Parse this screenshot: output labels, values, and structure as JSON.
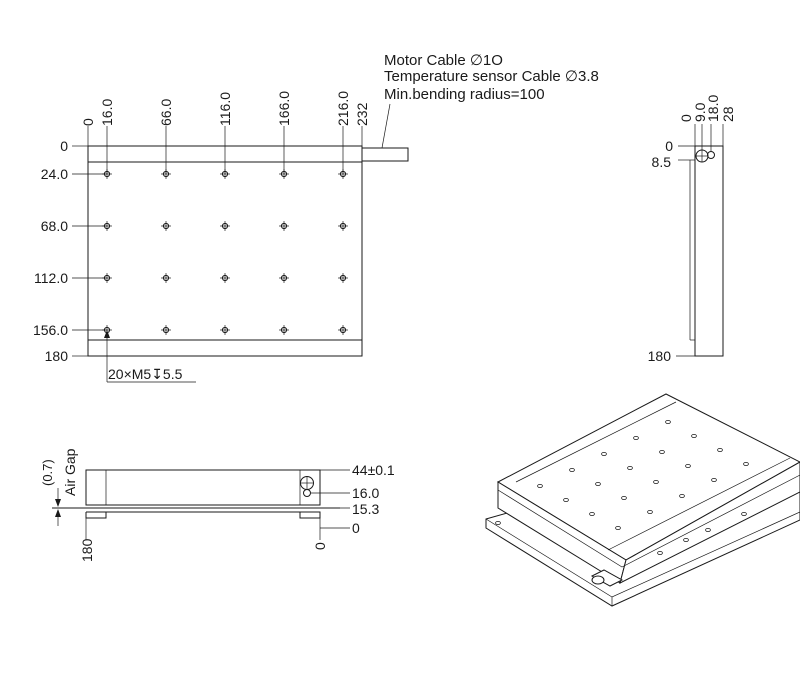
{
  "cable_notes": [
    "Motor Cable ∅1O",
    "Temperature sensor Cable ∅3.8",
    "Min.bending radius=100"
  ],
  "top_view": {
    "x_dims": [
      "0",
      "16.0",
      "66.0",
      "116.0",
      "166.0",
      "216.0",
      "232"
    ],
    "y_dims": [
      "0",
      "24.0",
      "68.0",
      "112.0",
      "156.0",
      "180"
    ],
    "hole_callout": "20×M5↧5.5"
  },
  "side_view_right": {
    "top_dims": [
      "0",
      "9.0",
      "18.0",
      "28"
    ],
    "left_dims": [
      "0",
      "8.5",
      "180"
    ]
  },
  "front_view": {
    "air_gap_label": "Air Gap",
    "air_gap_value": "(0.7)",
    "right_dims": [
      "44±0.1",
      "16.0",
      "15.3",
      "0"
    ],
    "left_dim": "180",
    "bottom_dim": "0"
  },
  "colors": {
    "line": "#1a1a1a",
    "background": "#ffffff"
  }
}
